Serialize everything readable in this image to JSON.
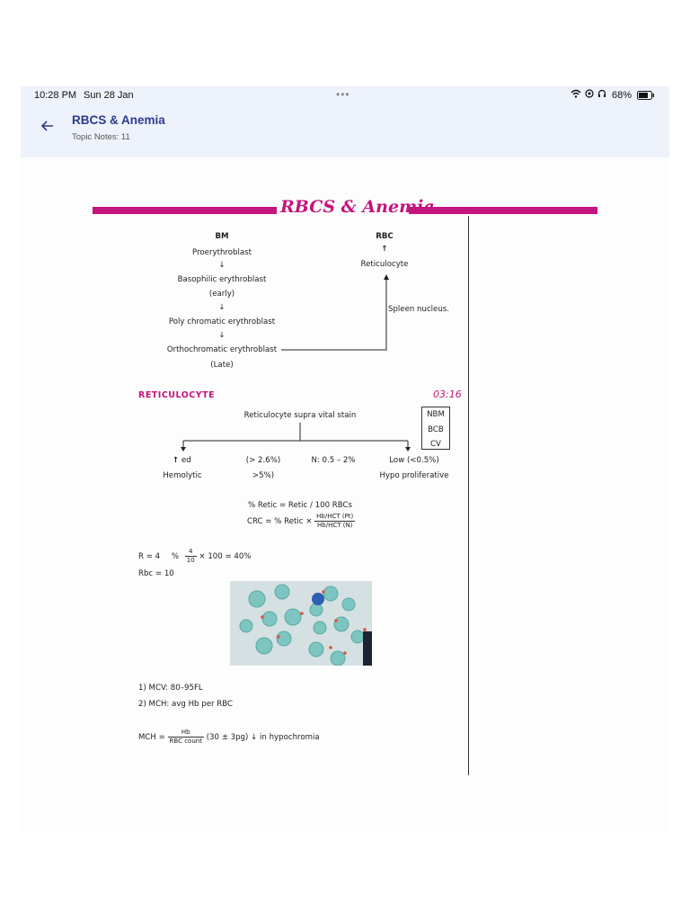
{
  "status": {
    "time": "10:28 PM",
    "date": "Sun 28 Jan",
    "dots": "•••",
    "battery": "68%"
  },
  "header": {
    "title": "RBCS & Anemia",
    "subtitle": "Topic Notes: 11"
  },
  "notes": {
    "heading": "RBCS & Anemia",
    "bm": {
      "label": "BM",
      "stages": [
        "Proerythroblast",
        "Basophilic erythroblast",
        "(early)",
        "Poly chromatic erythroblast",
        "Orthochromatic erythroblast",
        "(Late)"
      ]
    },
    "rbc": {
      "label": "RBC",
      "retic": "Reticulocyte",
      "spleen": "Spleen nucleus."
    },
    "reticulocyte": {
      "title": "RETICULOCYTE",
      "timestamp": "03:16",
      "stain": "Reticulocyte supra vital stain",
      "stain_list": [
        "NBM",
        "BCB",
        "CV"
      ],
      "branches": {
        "up_ed": "ed",
        "hemolytic": "Hemolytic",
        "gt1": "(> 2.6%)",
        "gt2": ">5%)",
        "normal": "N: 0.5 – 2%",
        "low": "Low (<0.5%)",
        "hypo": "Hypo proliferative"
      },
      "formula1": "% Retic = Retic / 100 RBCs",
      "formula2_left": "CRC = % Retic ×",
      "formula2_num": "Hb/HCT (Pt)",
      "formula2_den": "Hb/HCT (N)"
    },
    "calc": {
      "line1_left": "R = 4",
      "line1_pct": "%",
      "frac_num": "4",
      "frac_den": "10",
      "line1_right": "× 100 = 40%",
      "line2": "Rbc = 10"
    },
    "list": [
      "1)  MCV: 80–95FL",
      "2)  MCH: avg Hb per RBC"
    ],
    "mch": {
      "left": "MCH =",
      "num": "Hb",
      "den": "RBC count",
      "right": "(30 ± 3pg) ↓ in hypochromia"
    }
  },
  "colors": {
    "accent": "#c4147d",
    "header_bg": "#eef2fb",
    "title": "#2d3a8c"
  },
  "icons": {
    "back": "arrow-left-icon",
    "wifi": "wifi-icon",
    "battery": "battery-icon"
  }
}
